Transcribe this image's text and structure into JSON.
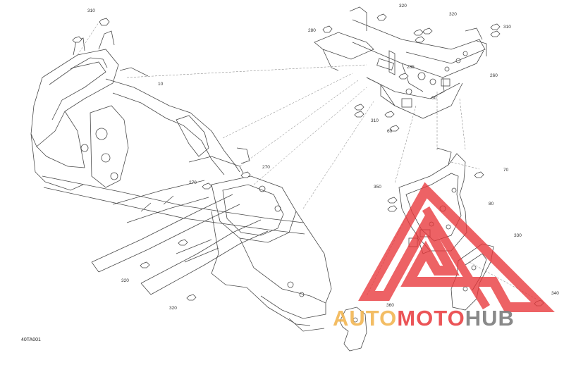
{
  "figure_code": "40TA001",
  "callouts": {
    "c310a": "310",
    "c320a": "320",
    "c320b": "320",
    "c280": "280",
    "c310b": "310",
    "c10": "10",
    "c285": "285",
    "c260": "260",
    "c60a": "60",
    "c310c": "310",
    "c60b": "60",
    "c270a": "270",
    "c270b": "270",
    "c70": "70",
    "c350": "350",
    "c80": "80",
    "c330": "330",
    "c320c": "320",
    "c320d": "320",
    "c340": "340",
    "c360": "360"
  },
  "watermark": {
    "part1": "AUTO",
    "part2": "MOTO",
    "part3": "HUB"
  },
  "colors": {
    "line": "#4a4a4a",
    "watermark_red": "#e8373a",
    "watermark_orange": "#f2b24a",
    "watermark_gray": "#7d7d7d"
  }
}
